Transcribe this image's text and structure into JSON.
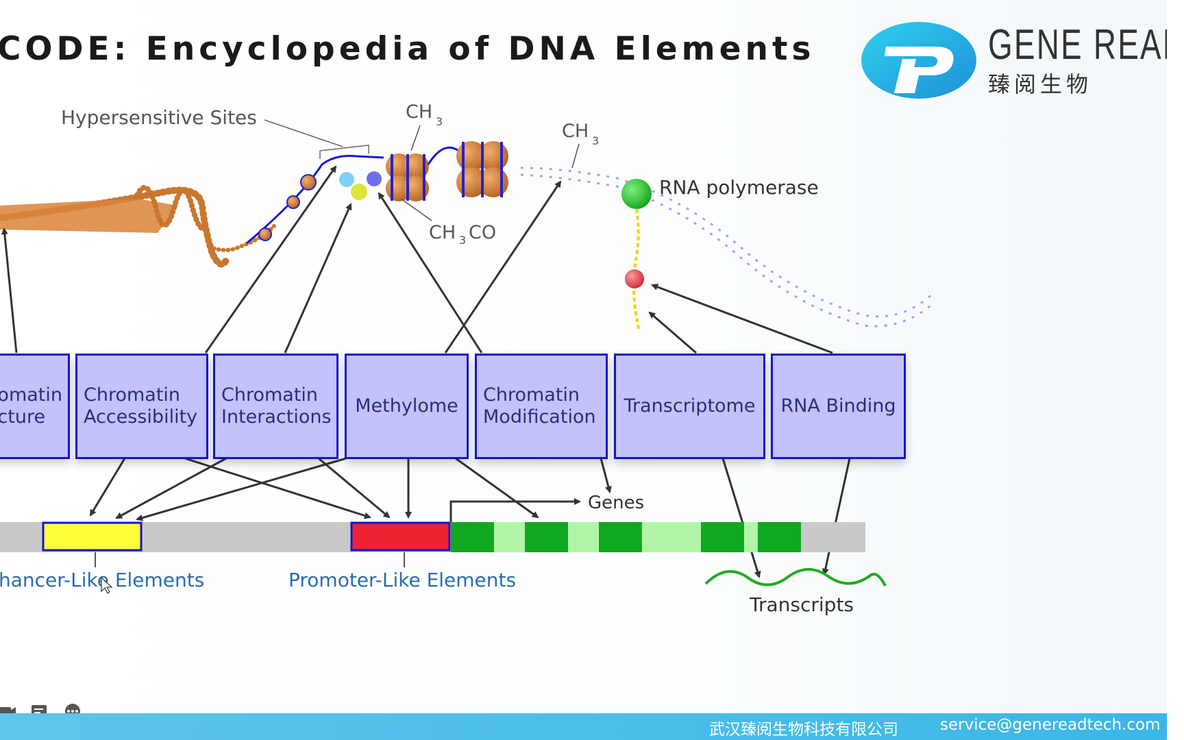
{
  "slide": {
    "title": "CODE: Encyclopedia of DNA Elements",
    "logo_name": "GENE READ",
    "logo_subtitle": "臻阅生物",
    "brand_color": "#1fb6e6"
  },
  "diagram": {
    "top_labels": {
      "hypersensitive": "Hypersensitive Sites",
      "ch3_a": "CH",
      "ch3_a_sub": "3",
      "ch3_b": "CH",
      "ch3_b_sub": "3",
      "acetyl": "CH",
      "acetyl_sub": "3",
      "acetyl_suffix": "CO",
      "rna_polymerase": "RNA polymerase"
    },
    "boxes": [
      {
        "label": "omatin\ncture"
      },
      {
        "label": "Chromatin\nAccessibility"
      },
      {
        "label": "Chromatin\nInteractions"
      },
      {
        "label": "Methylome"
      },
      {
        "label": "Chromatin\nModification"
      },
      {
        "label": "Transcriptome"
      },
      {
        "label": "RNA Binding"
      }
    ],
    "genes_label": "Genes",
    "enhancer_label": "hancer-Like Elements",
    "promoter_label": "Promoter-Like Elements",
    "transcripts_label": "Transcripts",
    "colors": {
      "box_fill": "#c3c2fb",
      "box_border": "#1414cc",
      "enhancer": "#ffff3a",
      "promoter": "#ee2233",
      "exon": "#11a822",
      "intron": "#b3f5a8",
      "dna_track": "#c9c9c9"
    }
  },
  "footer": {
    "company": "武汉臻阅生物科技有限公司",
    "email": "service@genereadtech.com"
  },
  "player_controls": [
    {
      "icon": "camera-icon"
    },
    {
      "icon": "comment-icon"
    },
    {
      "icon": "more-icon"
    }
  ]
}
